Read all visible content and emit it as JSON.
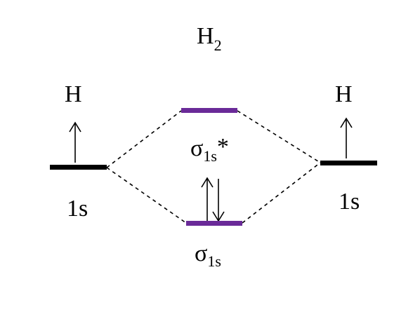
{
  "title": {
    "main": "H",
    "subscript": "2"
  },
  "atoms": {
    "left": {
      "label": "H",
      "orbital": "1s",
      "electrons": [
        "up"
      ],
      "level_color": "#000000"
    },
    "right": {
      "label": "H",
      "orbital": "1s",
      "electrons": [
        "up"
      ],
      "level_color": "#000000"
    }
  },
  "molecular_orbitals": {
    "antibonding": {
      "symbol": "σ",
      "subscript": "1s",
      "suffix": "*",
      "electrons": [],
      "level_color": "#6a2a98"
    },
    "bonding": {
      "symbol": "σ",
      "subscript": "1s",
      "suffix": "",
      "electrons": [
        "up",
        "down"
      ],
      "level_color": "#6a2a98"
    }
  },
  "colors": {
    "connector": "#000000",
    "text": "#000000"
  }
}
